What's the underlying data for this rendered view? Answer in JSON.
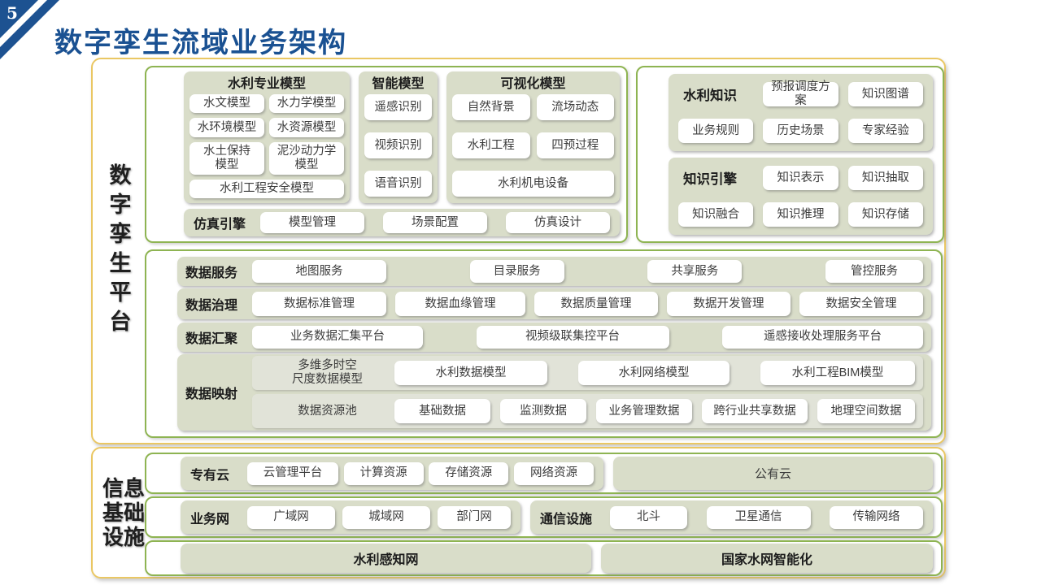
{
  "slide": {
    "page_number": "5",
    "title": "数字孪生流域业务架构"
  },
  "colors": {
    "title_blue": "#1A5192",
    "corner_blue": "#1D5291",
    "yellow_border": "#EAC763",
    "green_border": "#8EB452",
    "sage_fill": "#D9DDC9",
    "inner_fill": "#E1E3D8"
  },
  "platform": {
    "label": "数字孪生平台",
    "models": {
      "hydro": {
        "title": "水利专业模型",
        "chips": [
          "水文模型",
          "水力学模型",
          "水环境模型",
          "水资源模型",
          "水土保持\n模型",
          "泥沙动力学\n模型",
          "水利工程安全模型"
        ]
      },
      "ai": {
        "title": "智能模型",
        "chips": [
          "遥感识别",
          "视频识别",
          "语音识别"
        ]
      },
      "vis": {
        "title": "可视化模型",
        "chips": [
          "自然背景",
          "流场动态",
          "水利工程",
          "四预过程",
          "水利机电设备"
        ]
      },
      "sim": {
        "label": "仿真引擎",
        "chips": [
          "模型管理",
          "场景配置",
          "仿真设计"
        ]
      }
    },
    "knowledge": {
      "kn": {
        "label": "水利知识",
        "chips": [
          "预报调度方案",
          "知识图谱",
          "业务规则",
          "历史场景",
          "专家经验"
        ]
      },
      "engine": {
        "label": "知识引擎",
        "chips": [
          "知识表示",
          "知识抽取",
          "知识融合",
          "知识推理",
          "知识存储"
        ]
      }
    },
    "data": {
      "services": {
        "label": "数据服务",
        "chips": [
          "地图服务",
          "目录服务",
          "共享服务",
          "管控服务"
        ]
      },
      "governance": {
        "label": "数据治理",
        "chips": [
          "数据标准管理",
          "数据血缘管理",
          "数据质量管理",
          "数据开发管理",
          "数据安全管理"
        ]
      },
      "aggregation": {
        "label": "数据汇聚",
        "chips": [
          "业务数据汇集平台",
          "视频级联集控平台",
          "遥感接收处理服务平台"
        ]
      },
      "mapping": {
        "label": "数据映射",
        "model_row": {
          "label": "多维多时空\n尺度数据模型",
          "chips": [
            "水利数据模型",
            "水利网络模型",
            "水利工程BIM模型"
          ]
        },
        "pool_row": {
          "label": "数据资源池",
          "chips": [
            "基础数据",
            "监测数据",
            "业务管理数据",
            "跨行业共享数据",
            "地理空间数据"
          ]
        }
      }
    }
  },
  "infra": {
    "label": "信息\n基础\n设施",
    "cloud": {
      "label": "专有云",
      "chips": [
        "云管理平台",
        "计算资源",
        "存储资源",
        "网络资源"
      ],
      "public_label": "公有云"
    },
    "network": {
      "label": "业务网",
      "chips": [
        "广域网",
        "城域网",
        "部门网"
      ]
    },
    "comm": {
      "label": "通信设施",
      "chips": [
        "北斗",
        "卫星通信",
        "传输网络"
      ]
    },
    "bottom": {
      "left": "水利感知网",
      "right": "国家水网智能化"
    }
  }
}
